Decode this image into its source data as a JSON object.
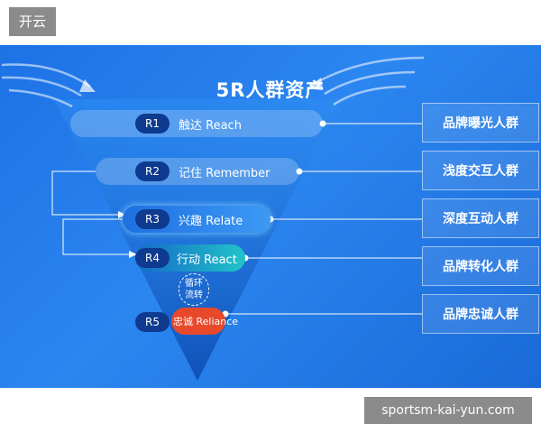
{
  "corner_tag": "开云",
  "diagram": {
    "title": "5R人群资产",
    "levels": [
      {
        "code": "R1",
        "label": "触达 Reach",
        "audience": "品牌曝光人群"
      },
      {
        "code": "R2",
        "label": "记住 Remember",
        "audience": "浅度交互人群"
      },
      {
        "code": "R3",
        "label": "兴趣 Relate",
        "audience": "深度互动人群"
      },
      {
        "code": "R4",
        "label": "行动 React",
        "audience": "品牌转化人群"
      },
      {
        "code": "R5",
        "label": "忠诚 Reliance",
        "audience": "品牌忠诚人群"
      }
    ],
    "loop_label": "循环流转",
    "colors": {
      "background": "#1d72e6",
      "pill": "#0e3a8f",
      "r4_accent": "#20c4c8",
      "r5_accent": "#e8492a",
      "funnel": "#1557c0"
    }
  },
  "watermark": "sportsm-kai-yun.com"
}
